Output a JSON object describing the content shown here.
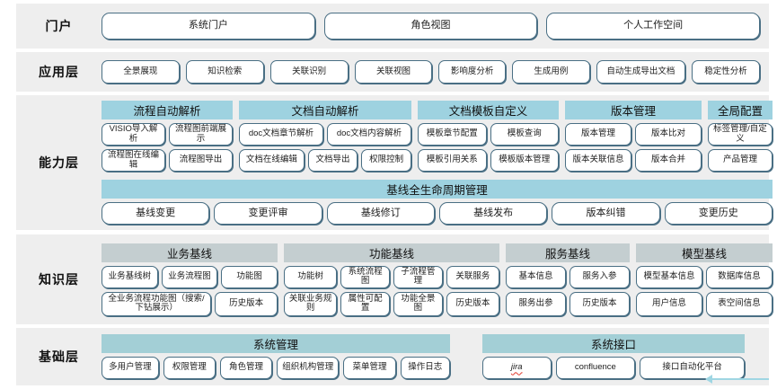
{
  "layers": [
    {
      "id": "portal",
      "label": "门户",
      "items": [
        {
          "label": "系统门户"
        },
        {
          "label": "角色视图"
        },
        {
          "label": "个人工作空间"
        }
      ]
    },
    {
      "id": "application",
      "label": "应用层",
      "items": [
        {
          "label": "全景展现"
        },
        {
          "label": "知识检索"
        },
        {
          "label": "关联识别"
        },
        {
          "label": "关联视图"
        },
        {
          "label": "影响度分析"
        },
        {
          "label": "生成用例"
        },
        {
          "label": "自动生成导出文档"
        },
        {
          "label": "稳定性分析"
        }
      ]
    },
    {
      "id": "capability",
      "label": "能力层",
      "groups": [
        {
          "title": "流程自动解析",
          "row1": [
            "VISIO导入解析",
            "流程图前端展示"
          ],
          "row2": [
            "流程图在线编辑",
            "流程图导出"
          ]
        },
        {
          "title": "文档自动解析",
          "row1": [
            "doc文档章节解析",
            "doc文档内容解析"
          ],
          "row2": [
            "文档在线编辑",
            "文档导出",
            "权限控制"
          ]
        },
        {
          "title": "文档模板自定义",
          "row1": [
            "模板章节配置",
            "模板查询"
          ],
          "row2": [
            "模板引用关系",
            "模板版本管理"
          ]
        },
        {
          "title": "版本管理",
          "row1": [
            "版本管理",
            "版本比对"
          ],
          "row2": [
            "版本关联信息",
            "版本合并"
          ]
        },
        {
          "title": "全局配置",
          "row1": [
            "标签管理/自定义"
          ],
          "row2": [
            "产品管理"
          ]
        }
      ],
      "lifecycle": {
        "title": "基线全生命周期管理",
        "items": [
          "基线变更",
          "变更评审",
          "基线修订",
          "基线发布",
          "版本纠错",
          "变更历史"
        ]
      }
    },
    {
      "id": "knowledge",
      "label": "知识层",
      "groups": [
        {
          "title": "业务基线",
          "row1": [
            "业务基线树",
            "业务流程图",
            "功能图"
          ],
          "row2": [
            "全业务流程功能图（搜索/下钻展示）",
            "历史版本"
          ]
        },
        {
          "title": "功能基线",
          "row1": [
            "功能树",
            "系统流程图",
            "子流程管理",
            "关联服务"
          ],
          "row2": [
            "关联业务规则",
            "属性可配置",
            "功能全景图",
            "历史版本"
          ]
        },
        {
          "title": "服务基线",
          "row1": [
            "基本信息",
            "服务入参"
          ],
          "row2": [
            "服务出参",
            "历史版本"
          ]
        },
        {
          "title": "模型基线",
          "row1": [
            "模型基本信息",
            "数据库信息"
          ],
          "row2": [
            "用户信息",
            "表空间信息"
          ]
        }
      ]
    },
    {
      "id": "base",
      "label": "基础层",
      "groups": [
        {
          "title": "系统管理",
          "row1": [
            "多用户管理",
            "权限管理",
            "角色管理",
            "组织机构管理",
            "菜单管理",
            "操作日志"
          ]
        },
        {
          "title": "系统接口",
          "row1": [
            "jira",
            "confluence",
            "接口自动化平台"
          ]
        }
      ]
    }
  ],
  "colors": {
    "band_bg": "#eeeeee",
    "pill_border": "#4a6f84",
    "capability_header": "#9ed2e0",
    "knowledge_header": "#c4ced0",
    "base_header": "#a3cfd6",
    "arrow": "#9fd6e3"
  }
}
